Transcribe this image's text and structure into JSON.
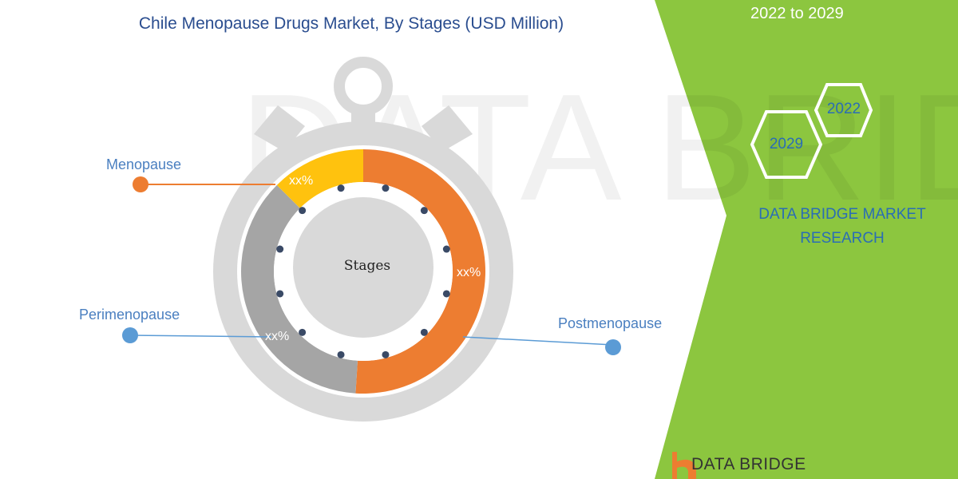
{
  "title": "Chile Menopause Drugs Market, By Stages (USD Million)",
  "forecast_period": "2022 to 2029",
  "brand": {
    "line1": "DATA BRIDGE MARKET",
    "line2": "RESEARCH",
    "logo_text": "DATA BRIDGE"
  },
  "years": [
    "2022",
    "2029"
  ],
  "colors": {
    "menopause": "#ffc20e",
    "postmenopause": "#ed7d31",
    "perimenopause": "#a5a5a5",
    "green_panel": "#8cc63f",
    "accent_blue": "#2a6db5"
  },
  "chart_data": {
    "type": "pie",
    "center_label": "Stages",
    "segments": [
      {
        "name": "Menopause",
        "label": "xx%",
        "value": 0.125
      },
      {
        "name": "Postmenopause",
        "label": "xx%",
        "value": 0.51
      },
      {
        "name": "Perimenopause",
        "label": "xx%",
        "value": 0.365
      }
    ]
  }
}
